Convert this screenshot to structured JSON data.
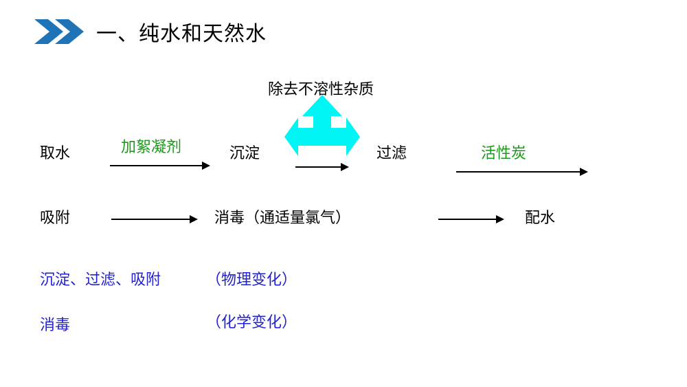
{
  "slide": {
    "title": "一、纯水和天然水",
    "title_icon": "double-chevron-right-icon",
    "background_color": "#ffffff"
  },
  "colors": {
    "accent_blue": "#1F74B8",
    "green": "#1a9a1a",
    "blue": "#2222cc",
    "magenta": "#e21ae2",
    "cyan": "#00f5f5",
    "black": "#000000"
  },
  "diagram": {
    "caption_top": "除去不溶性杂质",
    "cyan_arrow_icon": "three-way-arrow-up-left-right-icon",
    "row1": {
      "step1": "取水",
      "label1": "加絮凝剂",
      "step2": "沉淀",
      "step3": "过滤",
      "label3": "活性炭"
    },
    "row2": {
      "step4": "吸附",
      "step5_prefix": "消毒（通适量",
      "step5_highlight": "氯气",
      "step5_suffix": "）",
      "step6": "配水"
    }
  },
  "summary": {
    "line1_left": "沉淀、过滤、吸附",
    "line1_right": "（物理变化）",
    "line2_left": "消毒",
    "line2_right": "（化学变化）"
  }
}
